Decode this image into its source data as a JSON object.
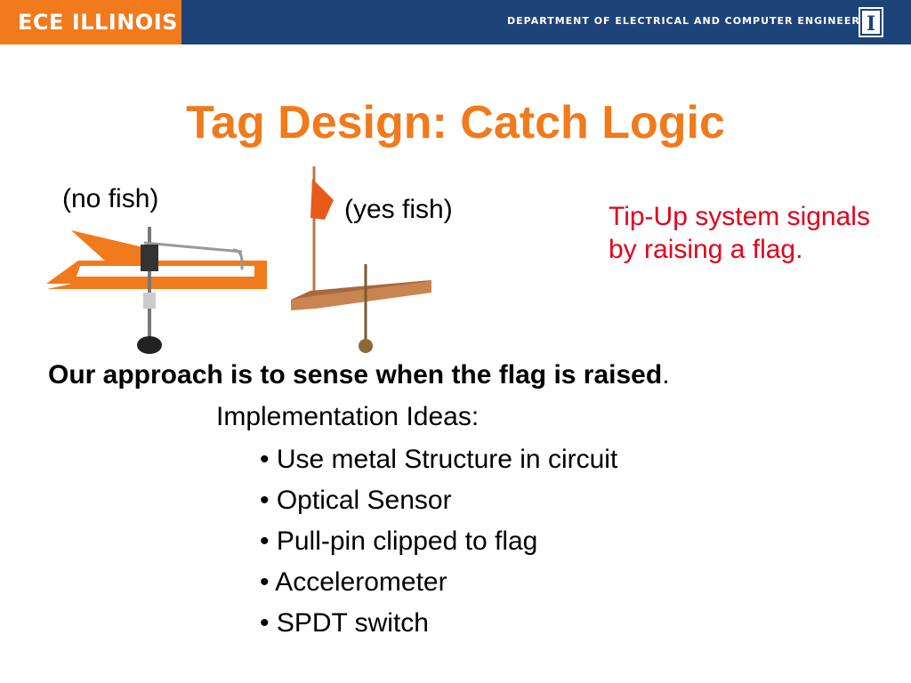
{
  "header": {
    "logo_text": "ECE ILLINOIS",
    "department": "DEPARTMENT OF ELECTRICAL AND COMPUTER ENGINEERING",
    "emblem_letter": "I"
  },
  "slide": {
    "title": "Tag Design: Catch Logic",
    "caption_no_fish": "(no fish)",
    "caption_yes_fish": "(yes fish)",
    "note": "Tip-Up system signals by raising a flag.",
    "approach_bold": "Our approach is to sense when the flag is raised",
    "approach_tail": ".",
    "impl_heading": "Implementation Ideas:",
    "ideas": [
      "• Use metal Structure in circuit",
      "• Optical Sensor",
      "• Pull-pin clipped to flag",
      "• Accelerometer",
      "• SPDT switch"
    ]
  },
  "colors": {
    "header_blue": "#1d4378",
    "brand_orange": "#f07a1c",
    "note_red": "#e3001b"
  },
  "icons": {
    "emblem": "block-i-icon"
  }
}
